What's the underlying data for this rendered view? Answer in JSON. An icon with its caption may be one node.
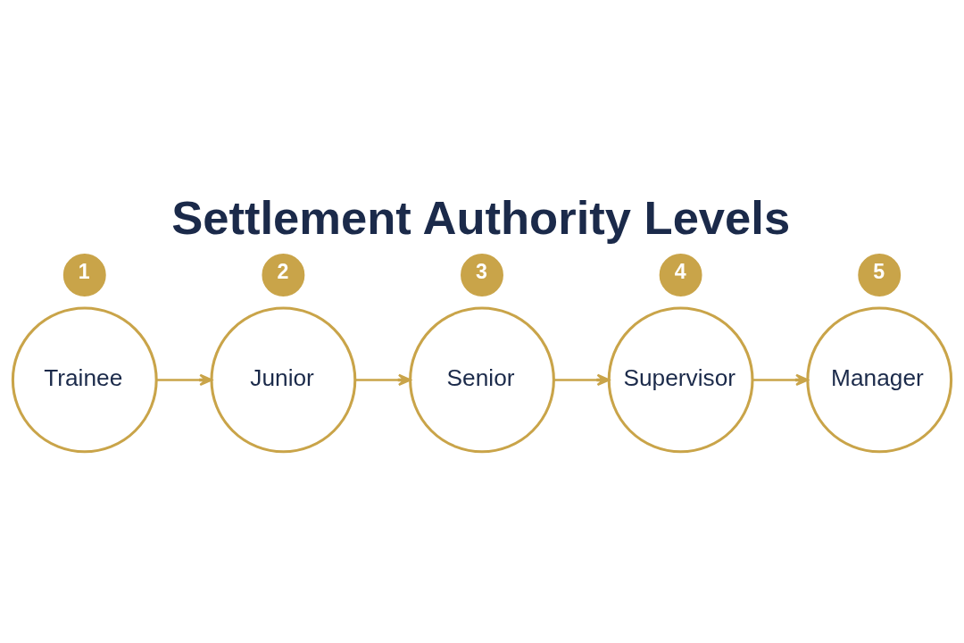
{
  "diagram": {
    "title": "Settlement Authority Levels",
    "nodes": [
      {
        "text": [
          "1"
        ]
      },
      {
        "text": [
          "Trainee"
        ]
      },
      {
        "text": [
          "2"
        ]
      },
      {
        "text": [
          "Junior"
        ]
      },
      {
        "text": [
          "3"
        ]
      },
      {
        "text": [
          "Senior"
        ]
      },
      {
        "text": [
          "4"
        ]
      },
      {
        "text": [
          "Supervisor"
        ]
      },
      {
        "text": [
          "5"
        ]
      },
      {
        "text": [
          "Manager"
        ]
      }
    ],
    "edges": [
      {
        "from": 1,
        "to": 3,
        "arrow": "to"
      },
      {
        "from": 3,
        "to": 5,
        "arrow": "to"
      },
      {
        "from": 5,
        "to": 7,
        "arrow": "to"
      },
      {
        "from": 7,
        "to": 9,
        "arrow": "to"
      }
    ]
  }
}
